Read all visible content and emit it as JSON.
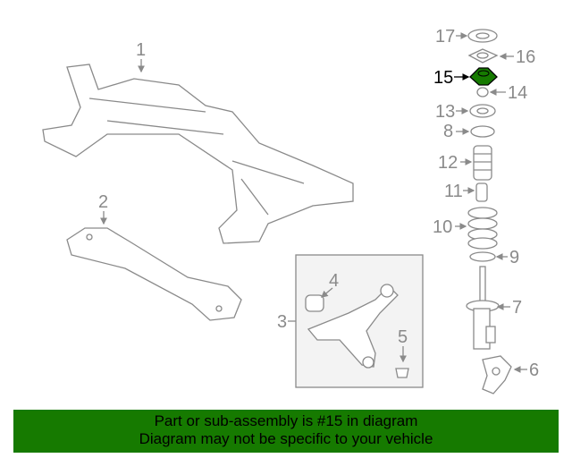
{
  "diagram": {
    "callouts": [
      "1",
      "2",
      "3",
      "4",
      "5",
      "6",
      "7",
      "8",
      "9",
      "10",
      "11",
      "12",
      "13",
      "14",
      "15",
      "16",
      "17"
    ],
    "highlighted": "15",
    "highlight_color": "#167a00"
  },
  "banner": {
    "line1": "Part or sub-assembly is #15 in diagram",
    "line2": "Diagram may not be specific to your vehicle",
    "background": "#167a00"
  }
}
